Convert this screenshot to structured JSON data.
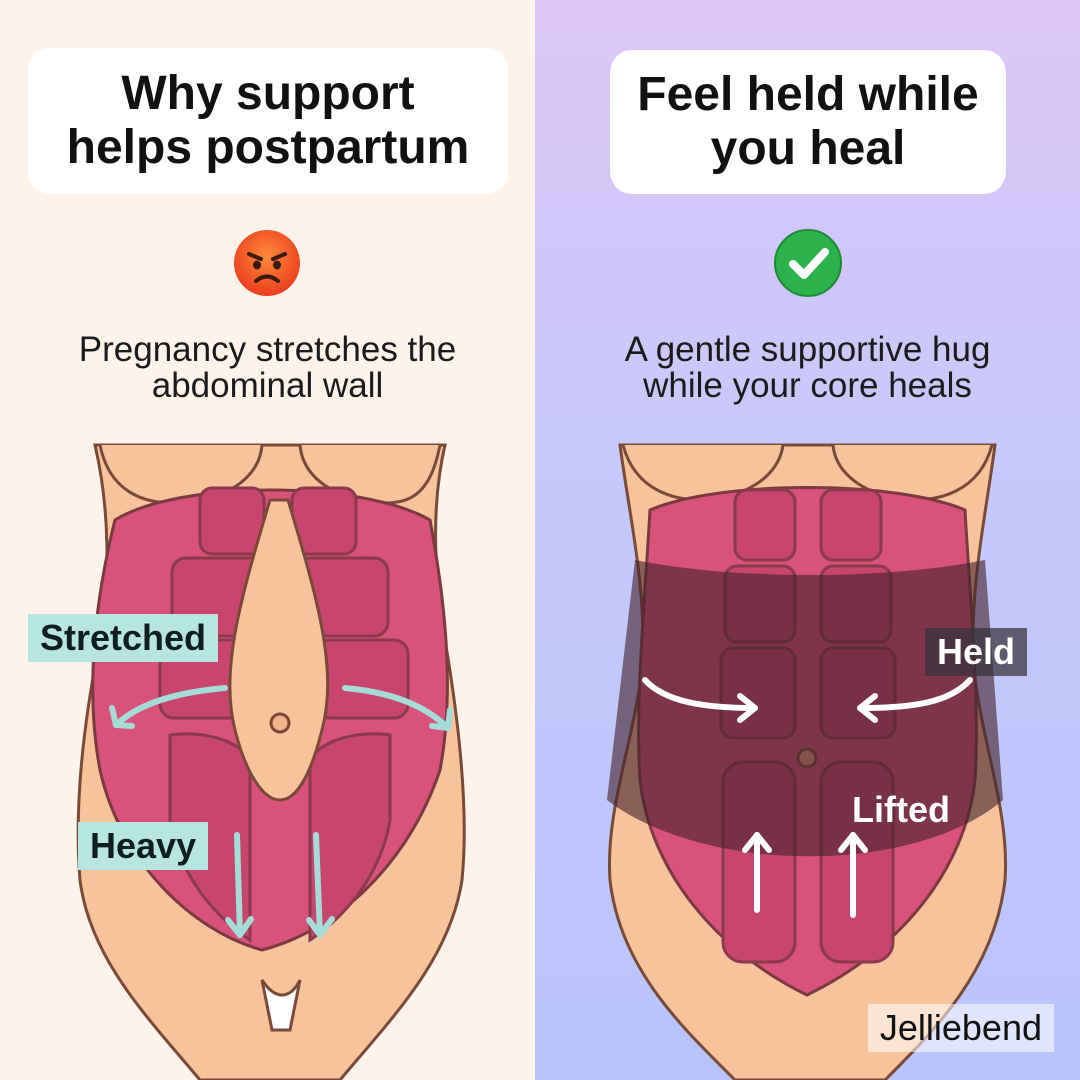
{
  "left": {
    "title_line1": "Why support",
    "title_line2": "helps postpartum",
    "emoji_icon": "angry-face-icon",
    "subtitle_line1": "Pregnancy stretches the",
    "subtitle_line2": "abdominal wall",
    "label_stretched": "Stretched",
    "label_heavy": "Heavy"
  },
  "right": {
    "title_line1": "Feel held while",
    "title_line2": "you heal",
    "emoji_icon": "check-mark-icon",
    "subtitle_line1": "A gentle supportive hug",
    "subtitle_line2": "while your core heals",
    "label_held": "Held",
    "label_lifted": "Lifted"
  },
  "brand": "Jelliebend",
  "colors": {
    "left_bg": "#fdf3ea",
    "right_bg": "#c6c8fb",
    "skin": "#f6c39a",
    "muscle": "#d9527a",
    "teal_label": "#b7e6e2",
    "teal_arrow": "#a6dcd8"
  }
}
